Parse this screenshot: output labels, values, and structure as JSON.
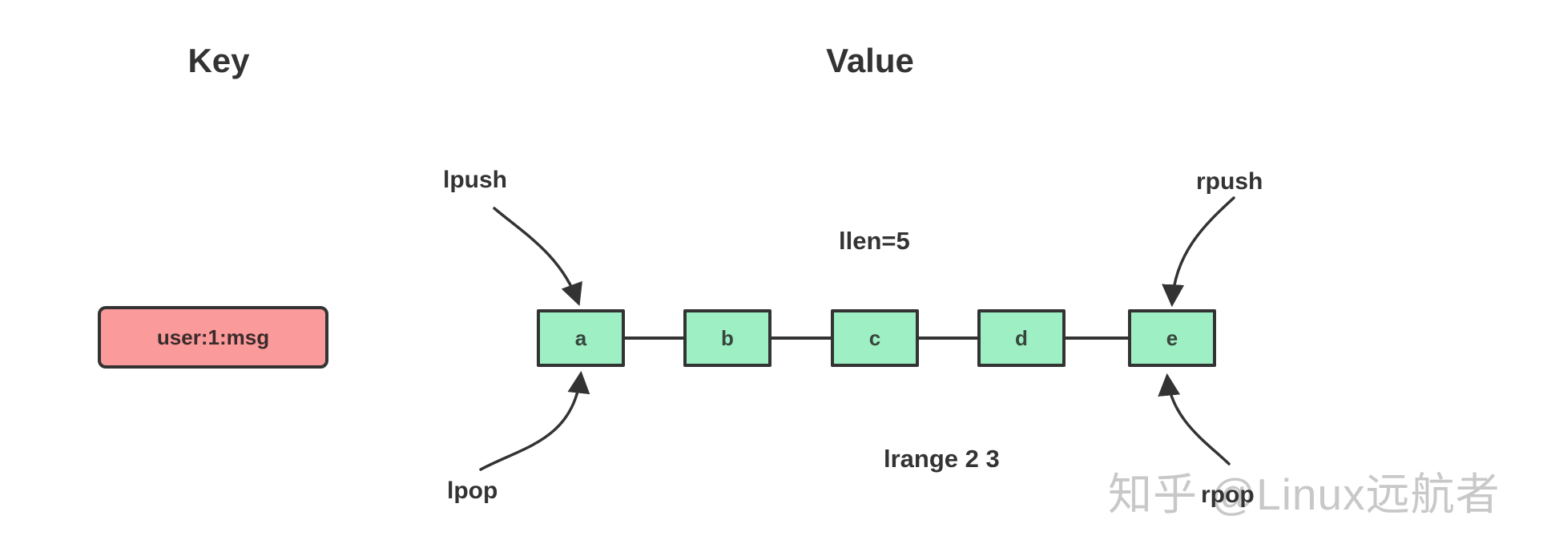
{
  "headers": {
    "key": "Key",
    "value": "Value"
  },
  "key": {
    "label": "user:1:msg"
  },
  "list": {
    "nodes": [
      "a",
      "b",
      "c",
      "d",
      "e"
    ],
    "llen_label": "llen=5",
    "lrange_label": "lrange 2 3"
  },
  "operations": {
    "lpush": "lpush",
    "lpop": "lpop",
    "rpush": "rpush",
    "rpop": "rpop"
  },
  "watermark": "知乎 @Linux远航者",
  "colors": {
    "key_fill": "#fa9a9a",
    "node_fill": "#9ef0c4",
    "stroke": "#333333",
    "watermark": "#c8c8c8",
    "background": "#ffffff"
  }
}
